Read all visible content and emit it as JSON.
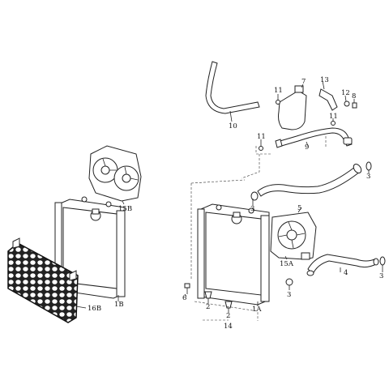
{
  "labels": {
    "p10": "10",
    "p11a": "11",
    "p7": "7",
    "p13": "13",
    "p12": "12",
    "p8": "8",
    "p11b": "11",
    "p11c": "11",
    "p9": "9",
    "p3a": "3",
    "p3b": "3",
    "p5": "5",
    "p15a": "15A",
    "p4": "4",
    "p3c": "3",
    "p3d": "3",
    "p6": "6",
    "p2a": "2",
    "p2b": "2",
    "p1a": "1A",
    "p14": "14",
    "p15b": "15B",
    "p1b": "1B",
    "p16b": "16B"
  }
}
